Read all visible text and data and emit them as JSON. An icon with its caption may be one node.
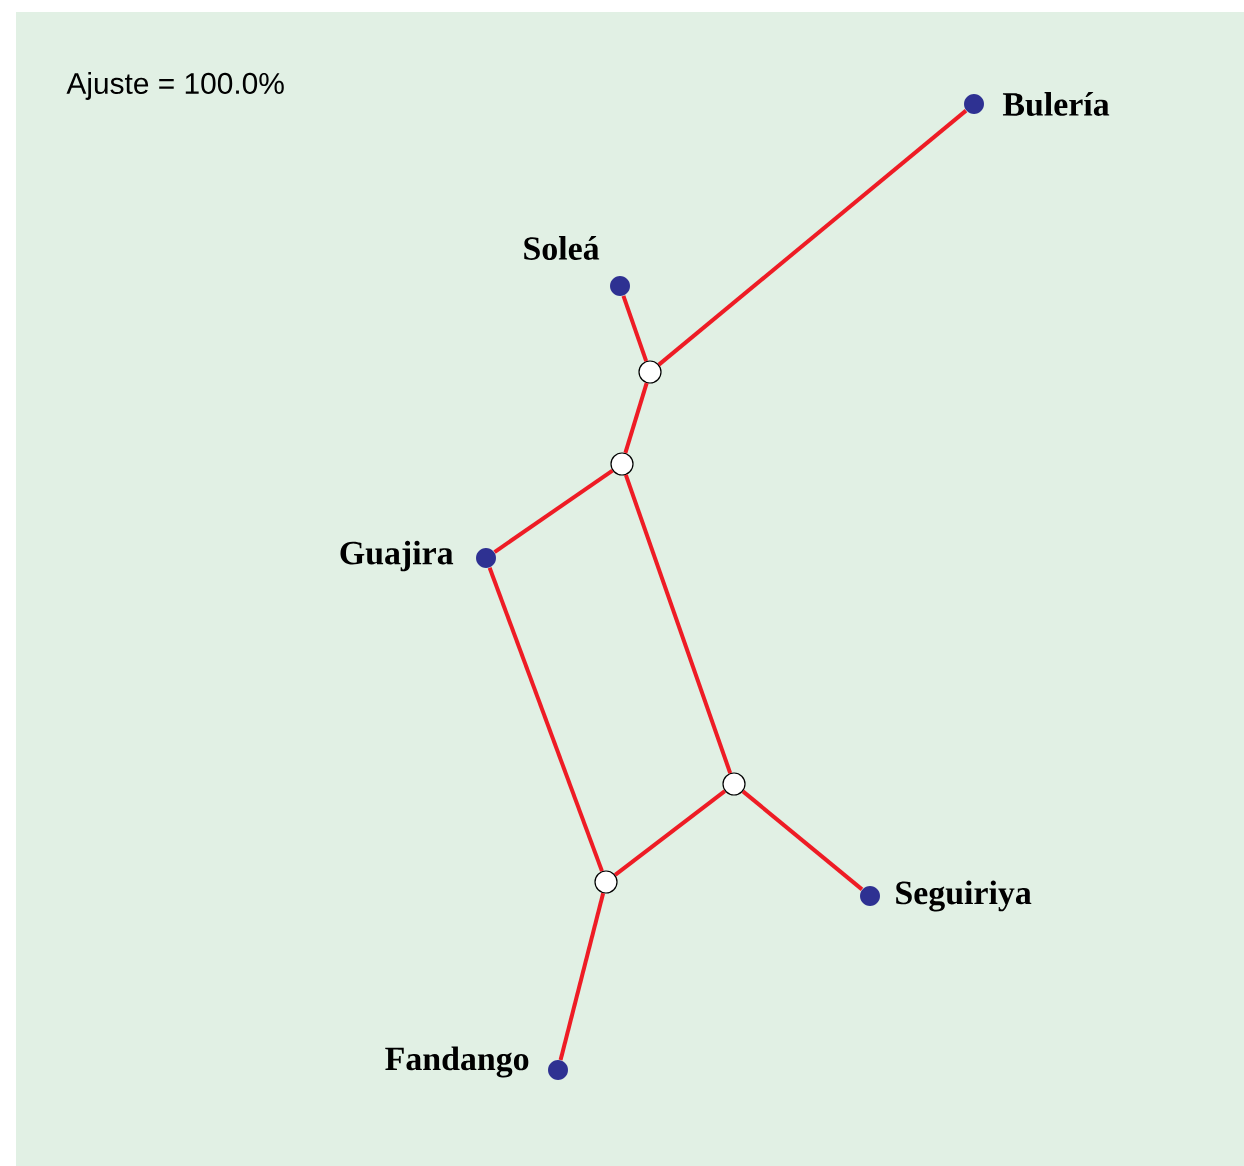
{
  "diagram": {
    "nodes": [
      {
        "text": [
          "Bulería"
        ]
      },
      {
        "text": [
          "Soleá"
        ]
      },
      {
        "text": [],
        "shape": "circle"
      },
      {
        "text": [],
        "shape": "circle"
      },
      {
        "text": [
          "Guajira"
        ]
      },
      {
        "text": [],
        "shape": "circle"
      },
      {
        "text": [],
        "shape": "circle"
      },
      {
        "text": [
          "Seguiriya"
        ]
      },
      {
        "text": [
          "Fandango"
        ]
      }
    ],
    "edges": [
      {
        "from": 1,
        "to": 2,
        "arrow": "none"
      },
      {
        "from": 2,
        "to": 0,
        "arrow": "none"
      },
      {
        "from": 2,
        "to": 3,
        "arrow": "none"
      },
      {
        "from": 3,
        "to": 4,
        "arrow": "none"
      },
      {
        "from": 3,
        "to": 5,
        "arrow": "none"
      },
      {
        "from": 4,
        "to": 6,
        "arrow": "none"
      },
      {
        "from": 5,
        "to": 6,
        "arrow": "none"
      },
      {
        "from": 5,
        "to": 7,
        "arrow": "none"
      },
      {
        "from": 6,
        "to": 8,
        "arrow": "none"
      }
    ],
    "labels": [
      "Ajuste = 100.0%"
    ]
  }
}
